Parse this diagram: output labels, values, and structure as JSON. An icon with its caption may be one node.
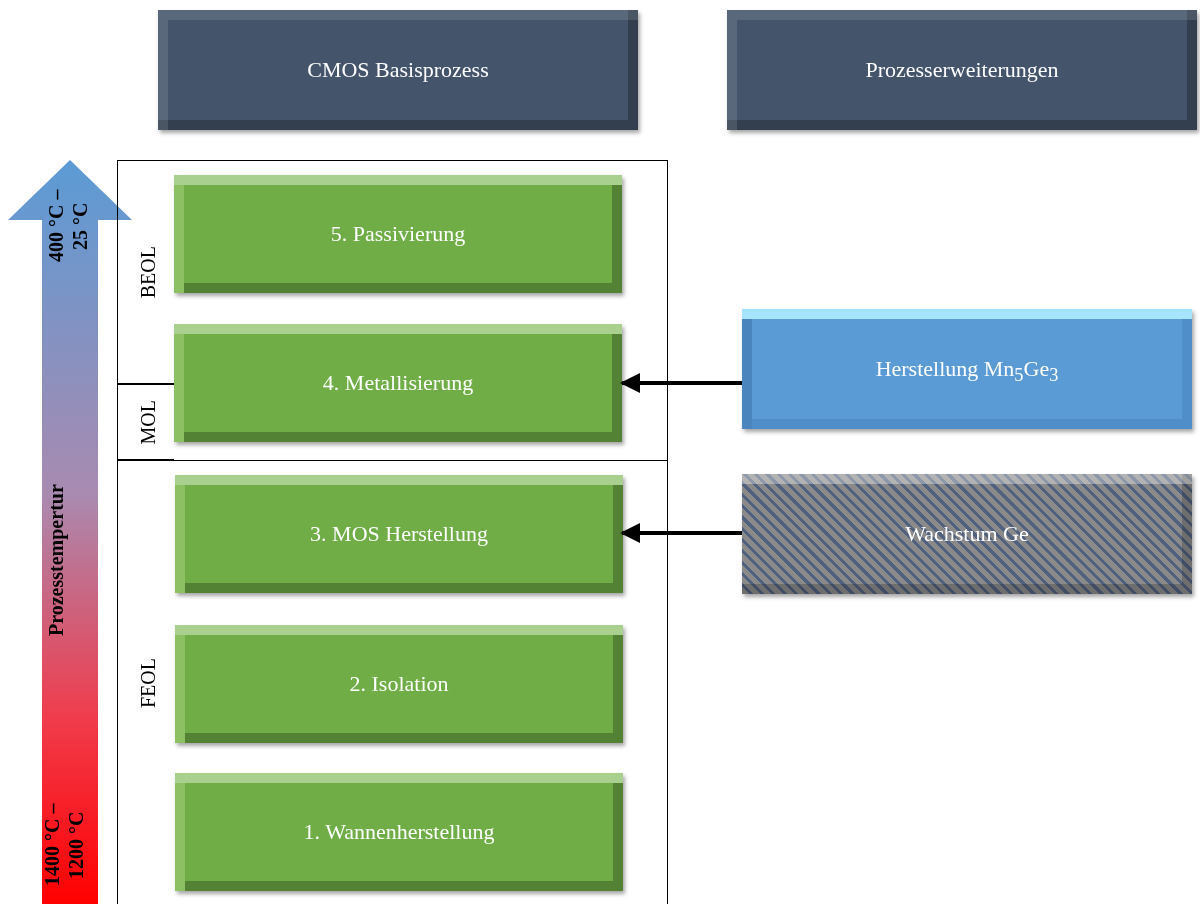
{
  "diagram": {
    "nodes": [
      {
        "text": [
          "CMOS Basisprozess"
        ]
      },
      {
        "text": [
          "Prozesserweiterungen"
        ]
      },
      {
        "text": [
          "BEOL"
        ]
      },
      {
        "text": [
          "5. Passivierung"
        ]
      },
      {
        "text": [
          "4. Metallisierung"
        ]
      },
      {
        "text": [
          "Herstellung Mn$_{5}$Ge$_{3}$"
        ]
      },
      {
        "text": [
          "MOL"
        ]
      },
      {
        "text": [
          "FEOL"
        ]
      },
      {
        "text": [
          "3. MOS Herstellung"
        ],
        "in": 7
      },
      {
        "text": [
          "Wachstum Ge"
        ]
      },
      {
        "text": [
          "2. Isolation"
        ],
        "in": 7
      },
      {
        "text": [
          "1. Wannenherstellung"
        ],
        "in": 7
      }
    ],
    "edges": [
      {
        "from": 5,
        "to": 4,
        "arrow": "to"
      },
      {
        "from": 9,
        "to": 8,
        "arrow": "to"
      }
    ],
    "labels": [
      "400 °C – 25 °C",
      "Prozesstempertur",
      "1400 °C – 1200 °C"
    ]
  }
}
